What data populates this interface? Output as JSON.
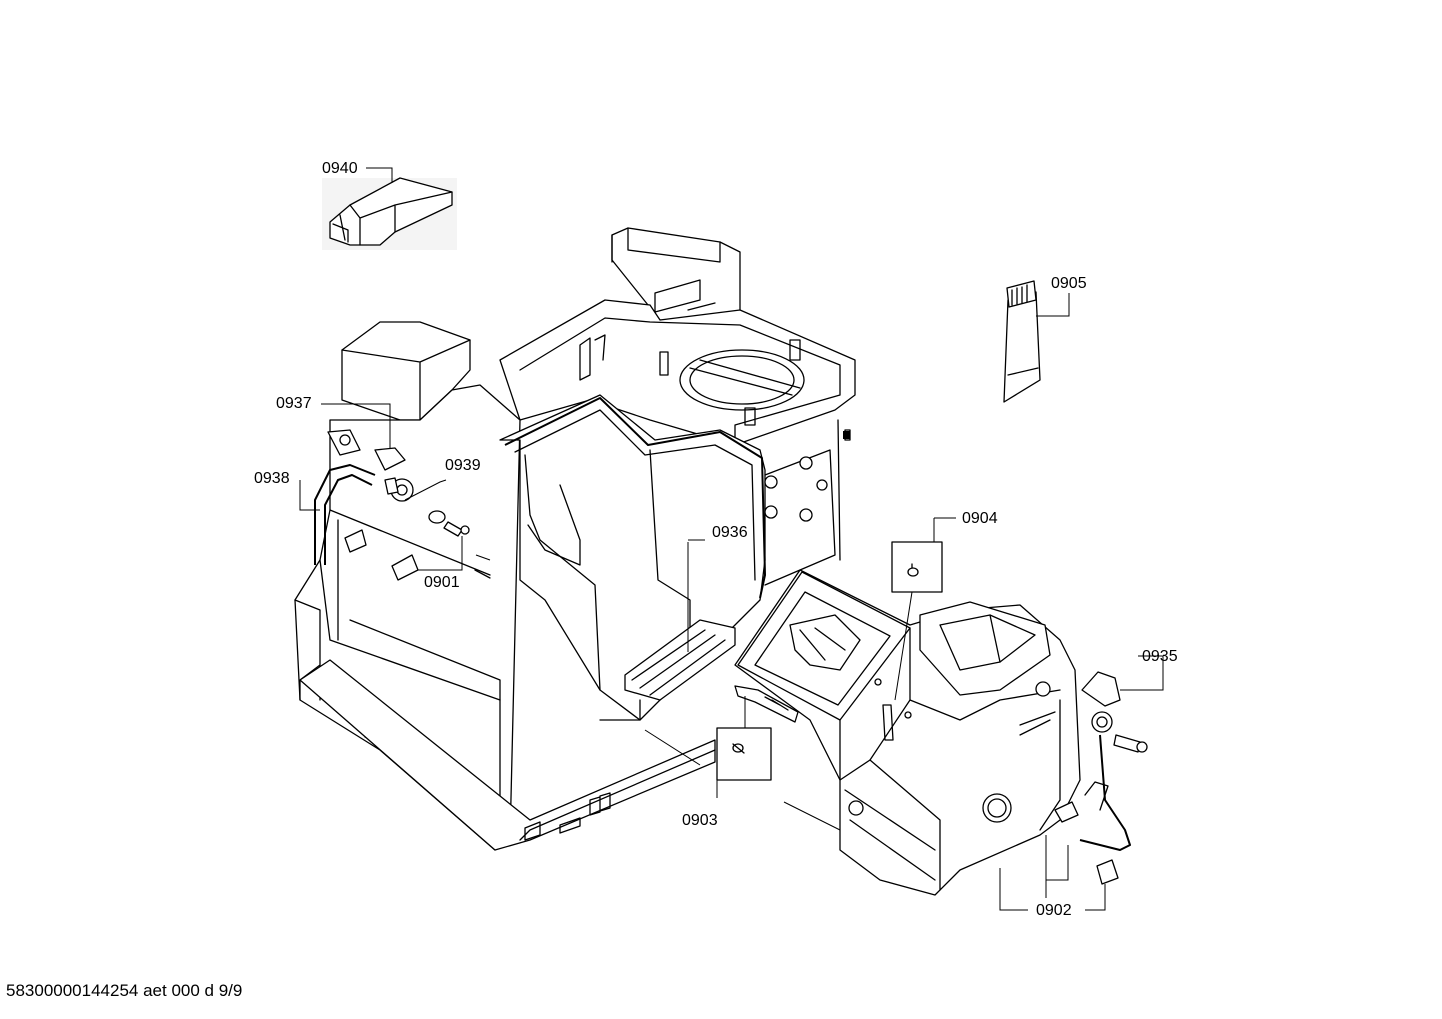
{
  "labels": {
    "p0940": "0940",
    "p0905": "0905",
    "p0937": "0937",
    "p0938": "0938",
    "p0939": "0939",
    "p0901": "0901",
    "p0936": "0936",
    "p0904": "0904",
    "p0935": "0935",
    "p0903": "0903",
    "p0902": "0902"
  },
  "footer": "58300000144254 aet 000 d 9/9"
}
